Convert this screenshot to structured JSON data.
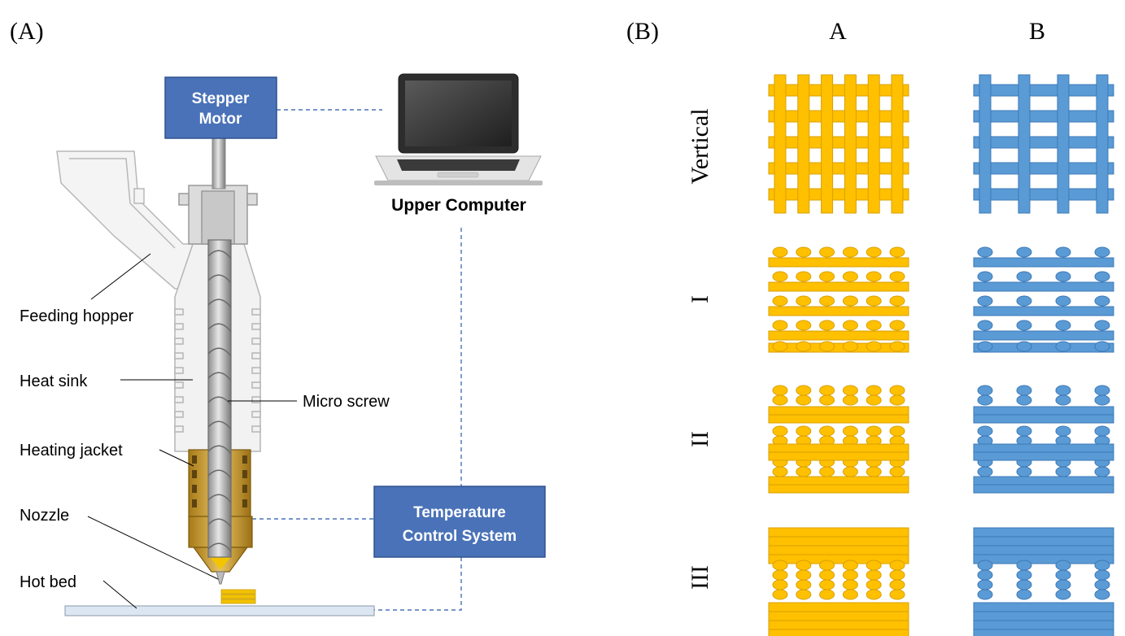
{
  "panel_a": {
    "label": "(A)",
    "boxes": {
      "stepper_motor": [
        "Stepper",
        "Motor"
      ],
      "temperature_control": [
        "Temperature",
        "Control System"
      ]
    },
    "upper_computer": "Upper Computer",
    "callouts": {
      "feeding_hopper": "Feeding hopper",
      "heat_sink": "Heat sink",
      "micro_screw": "Micro screw",
      "heating_jacket": "Heating jacket",
      "nozzle": "Nozzle",
      "hot_bed": "Hot bed"
    }
  },
  "panel_b": {
    "label": "(B)",
    "columns": [
      {
        "label": "A",
        "color": "#ffc000",
        "stroke": "#d9a000",
        "verticals": 6
      },
      {
        "label": "B",
        "color": "#5b9bd5",
        "stroke": "#3b78b8",
        "verticals": 4
      }
    ],
    "rows": [
      {
        "label": "Vertical"
      },
      {
        "label": "I"
      },
      {
        "label": "II"
      },
      {
        "label": "III"
      }
    ]
  },
  "colors": {
    "box_fill": "#4a72b8",
    "box_stroke": "#2f528f",
    "dashed_line": "#4a72b8",
    "jacket": "#c7992d",
    "hot_bed": "#dce6f2"
  }
}
